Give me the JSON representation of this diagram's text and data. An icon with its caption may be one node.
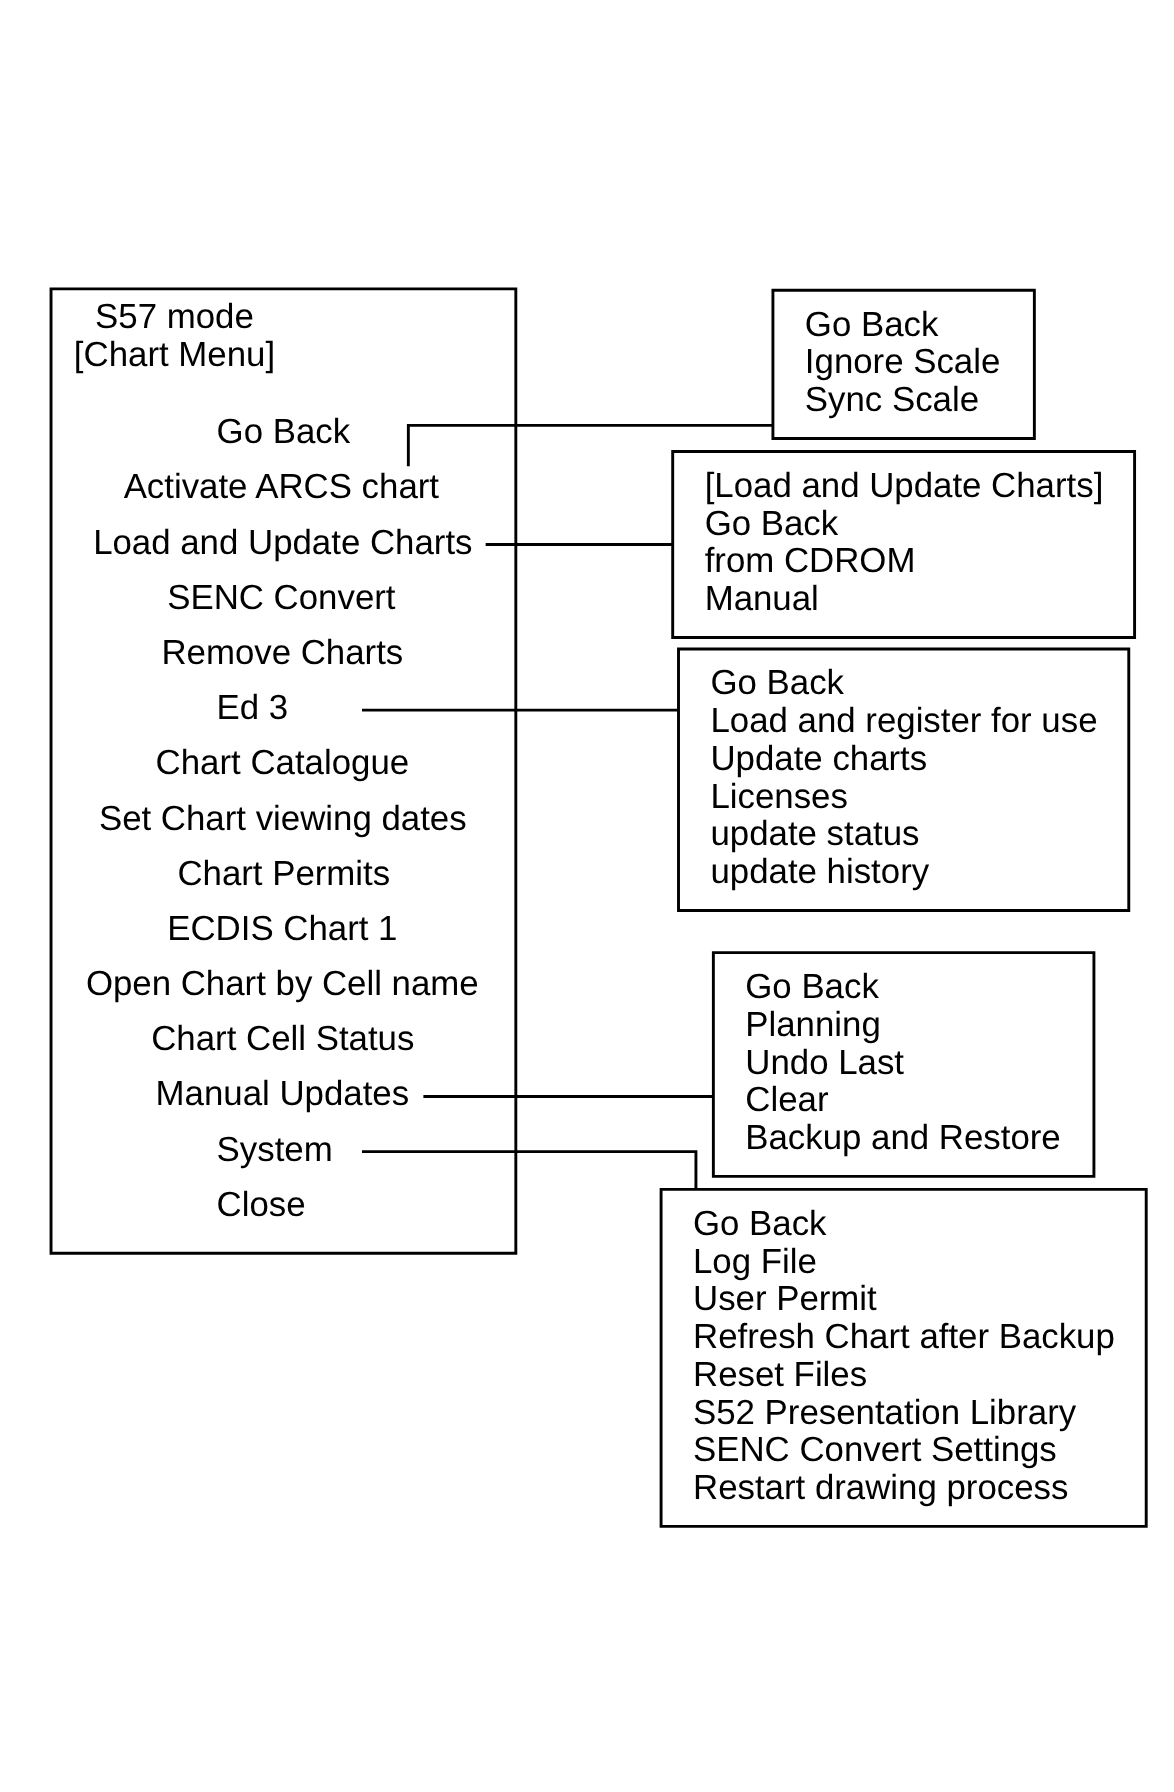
{
  "diagram": {
    "nodes": [
      {
        "text": [
          "S57 mode",
          "[Chart Menu]"
        ]
      },
      {
        "text": [
          "Go Back"
        ],
        "in": 0
      },
      {
        "text": [
          "Activate ARCS chart"
        ],
        "in": 0
      },
      {
        "text": [
          "Load and Update Charts"
        ],
        "in": 0
      },
      {
        "text": [
          "SENC Convert"
        ],
        "in": 0
      },
      {
        "text": [
          "Remove Charts"
        ],
        "in": 0
      },
      {
        "text": [
          "Ed 3"
        ],
        "in": 0
      },
      {
        "text": [
          "Chart Catalogue"
        ],
        "in": 0
      },
      {
        "text": [
          "Set Chart viewing dates"
        ],
        "in": 0
      },
      {
        "text": [
          "Chart Permits"
        ],
        "in": 0
      },
      {
        "text": [
          "ECDIS Chart 1"
        ],
        "in": 0
      },
      {
        "text": [
          "Open Chart by Cell name"
        ],
        "in": 0
      },
      {
        "text": [
          "Chart Cell Status"
        ],
        "in": 0
      },
      {
        "text": [
          "Manual Updates"
        ],
        "in": 0
      },
      {
        "text": [
          "System"
        ],
        "in": 0
      },
      {
        "text": [
          "Close"
        ],
        "in": 0
      },
      {
        "text": [
          "Go Back",
          "Ignore Scale",
          "Sync Scale"
        ]
      },
      {
        "text": [
          "[Load and Update Charts]",
          "Go Back",
          "from CDROM",
          "Manual"
        ]
      },
      {
        "text": [
          "Go Back",
          "Load and register for use",
          "Update charts",
          "Licenses",
          "update status",
          "update history"
        ]
      },
      {
        "text": [
          "Go Back",
          "Planning",
          "Undo Last",
          "Clear",
          "Backup and Restore"
        ]
      },
      {
        "text": [
          "Go Back",
          "Log File",
          "User Permit",
          "Refresh Chart after Backup",
          "Reset Files",
          "S52 Presentation Library",
          "SENC Convert Settings",
          "Restart drawing process"
        ]
      }
    ],
    "edges": [
      {
        "from": 2,
        "to": 16,
        "arrow": "none"
      },
      {
        "from": 3,
        "to": 17,
        "arrow": "none"
      },
      {
        "from": 6,
        "to": 18,
        "arrow": "none"
      },
      {
        "from": 13,
        "to": 19,
        "arrow": "none"
      },
      {
        "from": 14,
        "to": 20,
        "arrow": "none"
      }
    ]
  }
}
